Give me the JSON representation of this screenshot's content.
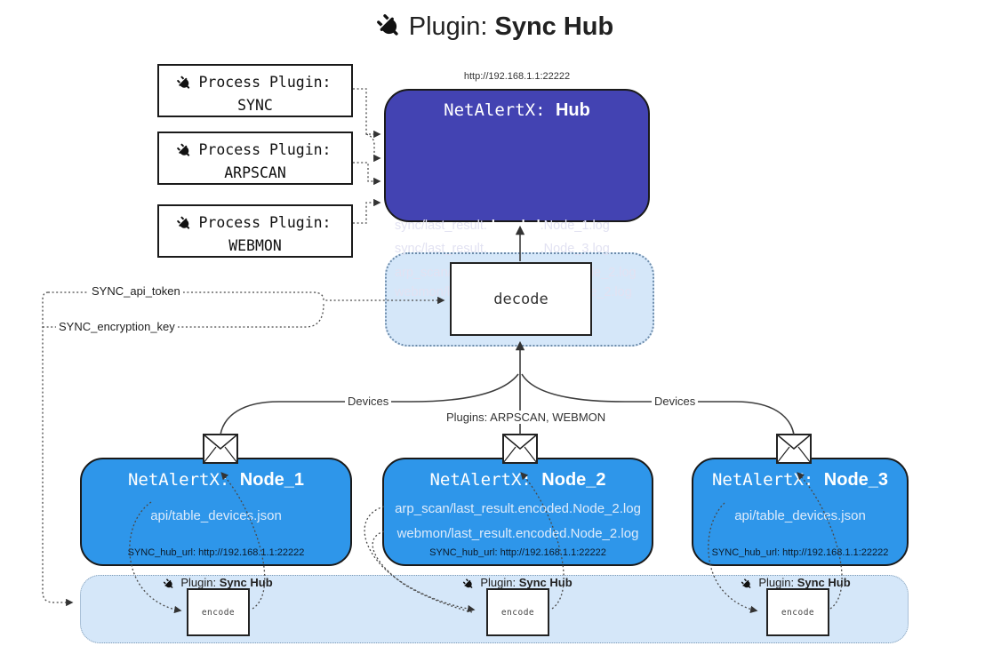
{
  "title": {
    "icon": "plug-icon",
    "prefix": "Plugin: ",
    "bold": "Sync Hub"
  },
  "process_plugins": [
    {
      "label": "Process Plugin:",
      "name": "SYNC"
    },
    {
      "label": "Process Plugin:",
      "name": "ARPSCAN"
    },
    {
      "label": "Process Plugin:",
      "name": "WEBMON"
    }
  ],
  "hub": {
    "url": "http://192.168.1.1:22222",
    "name_prefix": "NetAlertX: ",
    "name_bold": "Hub",
    "logs": [
      {
        "pre": "sync/last_result.",
        "bold": "decoded",
        "post": ".Node_1.log"
      },
      {
        "pre": "sync/last_result.",
        "bold": "decoded",
        "post": ".Node_3.log"
      },
      {
        "pre": "arp_scan/last_result.",
        "bold": "decoded",
        "post": ".Node_2.log"
      },
      {
        "pre": "webmon/last_result.",
        "bold": "decoded",
        "post": ".Node_2.log"
      }
    ]
  },
  "decode_box": {
    "label": "decode"
  },
  "keys": {
    "api_token": "SYNC_api_token",
    "encryption_key": "SYNC_encryption_key"
  },
  "edge_labels": {
    "devices_left": "Devices",
    "devices_right": "Devices",
    "plugins": "Plugins: ARPSCAN, WEBMON"
  },
  "nodes": [
    {
      "name_prefix": "NetAlertX: ",
      "name_bold": "Node_1",
      "lines": [
        "api/table_devices.json"
      ],
      "hub_url": "SYNC_hub_url: http://192.168.1.1:22222"
    },
    {
      "name_prefix": "NetAlertX: ",
      "name_bold": "Node_2",
      "lines": [
        "arp_scan/last_result.encoded.Node_2.log",
        "webmon/last_result.encoded.Node_2.log"
      ],
      "hub_url": "SYNC_hub_url: http://192.168.1.1:22222"
    },
    {
      "name_prefix": "NetAlertX: ",
      "name_bold": "Node_3",
      "lines": [
        "api/table_devices.json"
      ],
      "hub_url": "SYNC_hub_url: http://192.168.1.1:22222"
    }
  ],
  "encoders": [
    {
      "label_prefix": "Plugin: ",
      "label_bold": "Sync Hub",
      "box_label": "encode"
    },
    {
      "label_prefix": "Plugin: ",
      "label_bold": "Sync Hub",
      "box_label": "encode"
    },
    {
      "label_prefix": "Plugin: ",
      "label_bold": "Sync Hub",
      "box_label": "encode"
    }
  ],
  "colors": {
    "hub_fill": "#4343b2",
    "node_fill": "#2e96ea",
    "container_fill": "#d5e7f9",
    "box_border": "#1a1a1a",
    "connector": "#4a4a4a",
    "hub_text": "#e2e2f2",
    "node_text": "#ddebfb"
  }
}
